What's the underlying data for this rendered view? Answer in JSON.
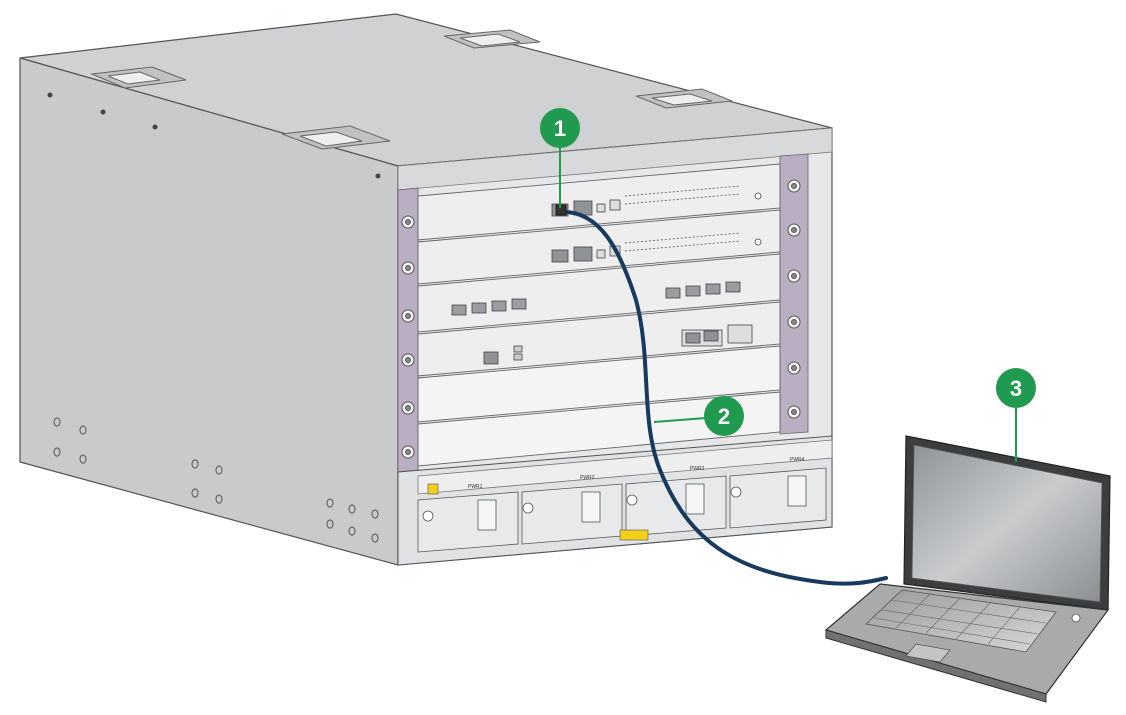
{
  "callouts": [
    {
      "id": "1",
      "label": "1"
    },
    {
      "id": "2",
      "label": "2"
    },
    {
      "id": "3",
      "label": "3"
    }
  ],
  "colors": {
    "callout": "#1f9a4f",
    "cable": "#173a5e",
    "chassis_top": "#cfd1d3",
    "chassis_side": "#c4c6c8",
    "chassis_front": "#e4e5e6",
    "rail": "#b9aec2"
  },
  "psu_labels": [
    "PWR1",
    "PWR2",
    "PWR3",
    "PWR4"
  ],
  "icons": [
    "device-chassis",
    "laptop-icon",
    "console-cable",
    "console-port"
  ]
}
